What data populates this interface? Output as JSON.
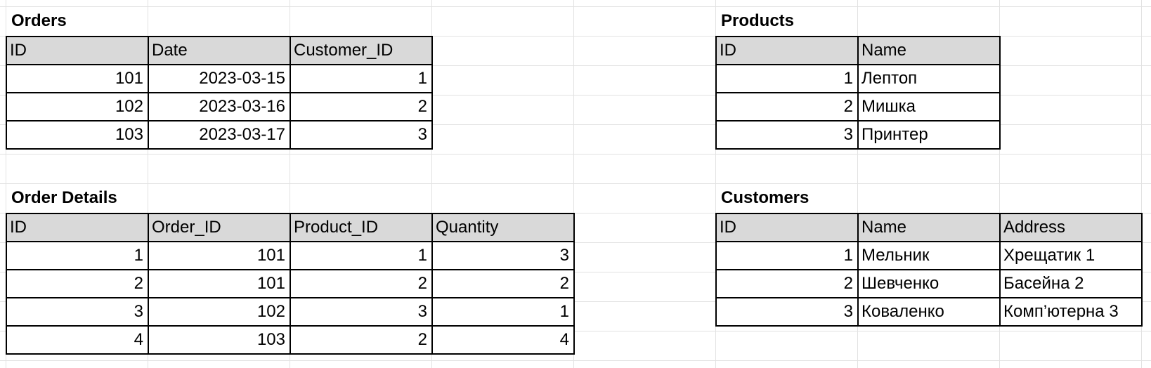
{
  "orders": {
    "title": "Orders",
    "headers": [
      "ID",
      "Date",
      "Customer_ID"
    ],
    "rows": [
      [
        "101",
        "2023-03-15",
        "1"
      ],
      [
        "102",
        "2023-03-16",
        "2"
      ],
      [
        "103",
        "2023-03-17",
        "3"
      ]
    ]
  },
  "products": {
    "title": "Products",
    "headers": [
      "ID",
      "Name"
    ],
    "rows": [
      [
        "1",
        "Лептоп"
      ],
      [
        "2",
        "Мишка"
      ],
      [
        "3",
        "Принтер"
      ]
    ]
  },
  "order_details": {
    "title": "Order Details",
    "headers": [
      "ID",
      "Order_ID",
      "Product_ID",
      "Quantity"
    ],
    "rows": [
      [
        "1",
        "101",
        "1",
        "3"
      ],
      [
        "2",
        "101",
        "2",
        "2"
      ],
      [
        "3",
        "102",
        "3",
        "1"
      ],
      [
        "4",
        "103",
        "2",
        "4"
      ]
    ]
  },
  "customers": {
    "title": "Customers",
    "headers": [
      "ID",
      "Name",
      "Address"
    ],
    "rows": [
      [
        "1",
        "Мельник",
        "Хрещатик 1"
      ],
      [
        "2",
        "Шевченко",
        "Басейна 2"
      ],
      [
        "3",
        "Коваленко",
        "Комп’ютерна 3"
      ]
    ]
  }
}
